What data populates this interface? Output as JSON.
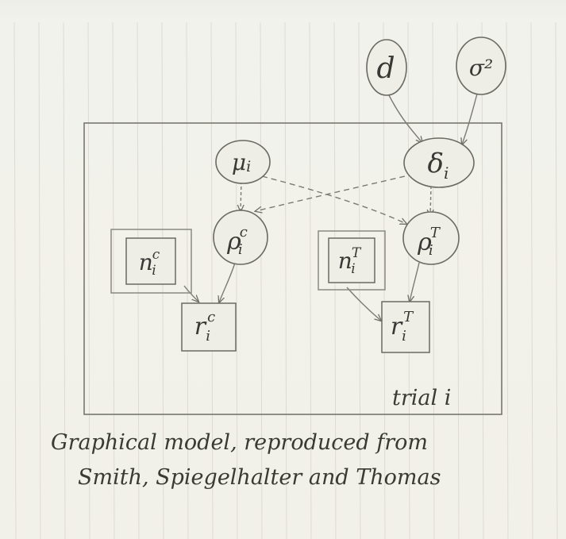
{
  "nodes": {
    "d": {
      "label": "d",
      "kind": "stochastic"
    },
    "sigma2": {
      "label": "σ²",
      "kind": "stochastic"
    },
    "mu": {
      "label": "μi",
      "kind": "stochastic"
    },
    "delta": {
      "label": "δi",
      "kind": "stochastic"
    },
    "rho_c": {
      "label": "ρiC",
      "kind": "stochastic"
    },
    "rho_t": {
      "label": "ρiT",
      "kind": "stochastic"
    },
    "n_c": {
      "label": "niC",
      "kind": "constant"
    },
    "n_t": {
      "label": "niT",
      "kind": "constant"
    },
    "r_c": {
      "label": "riC",
      "kind": "observed"
    },
    "r_t": {
      "label": "riT",
      "kind": "observed"
    }
  },
  "plate_label": "trial i",
  "caption": {
    "line1": "Graphical model, reproduced from",
    "line2": "Smith, Spiegelhalter and Thomas"
  },
  "colors": {
    "paper": "#f1f1ea",
    "rule_line": "#dedad2",
    "ink": "#3b3b36",
    "pencil": "#8a8a82",
    "node_fill": "#eeeee6"
  }
}
